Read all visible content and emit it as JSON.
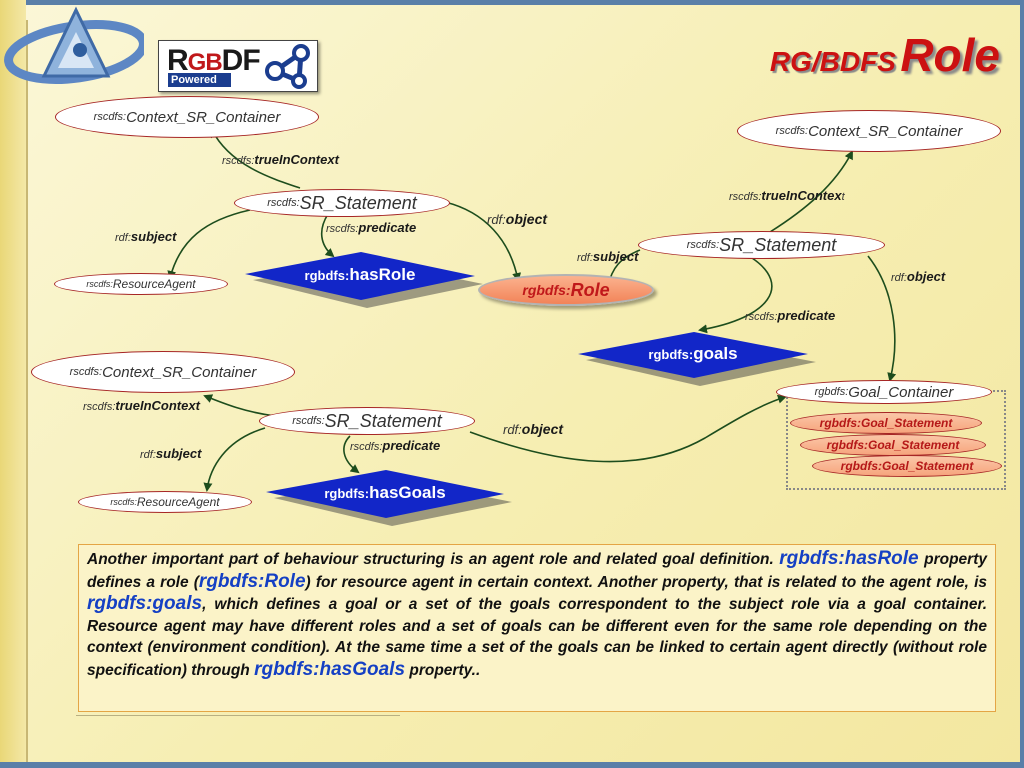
{
  "title": {
    "part1": "RG/BDFS",
    "part2": "Role"
  },
  "logo": {
    "letters_r": "R",
    "letters_gb": "GB",
    "letters_df": "DF",
    "powered": "Powered"
  },
  "nodes": {
    "ctx1": {
      "pfx": "rscdfs:",
      "nm": "Context_SR_Container"
    },
    "ctx2": {
      "pfx": "rscdfs:",
      "nm": "Context_SR_Container"
    },
    "ctx3": {
      "pfx": "rscdfs:",
      "nm": "Context_SR_Container"
    },
    "sr1": {
      "pfx": "rscdfs:",
      "nm": "SR_Statement"
    },
    "sr2": {
      "pfx": "rscdfs:",
      "nm": "SR_Statement"
    },
    "sr3": {
      "pfx": "rscdfs:",
      "nm": "SR_Statement"
    },
    "ra1": {
      "pfx": "rscdfs:",
      "nm": "ResourceAgent"
    },
    "ra2": {
      "pfx": "rscdfs:",
      "nm": "ResourceAgent"
    },
    "role": {
      "pfx": "rgbdfs:",
      "nm": "Role"
    },
    "goal_container": {
      "pfx": "rgbdfs:",
      "nm": "Goal_Container"
    },
    "goal_statements": [
      "rgbdfs:Goal_Statement",
      "rgbdfs:Goal_Statement",
      "rgbdfs:Goal_Statement"
    ]
  },
  "diamonds": {
    "hasRole": {
      "pfx": "rgbdfs:",
      "nm": "hasRole"
    },
    "goals": {
      "pfx": "rgbdfs:",
      "nm": "goals"
    },
    "hasGoals": {
      "pfx": "rgbdfs:",
      "nm": "hasGoals"
    }
  },
  "edge_labels": {
    "tic1": {
      "pfx": "rscdfs:",
      "nm": "trueInContext"
    },
    "tic2": {
      "pfx": "rscdfs:",
      "nm": "trueInContex",
      "tail": "t"
    },
    "tic3": {
      "pfx": "rscdfs:",
      "nm": "trueInContext"
    },
    "subj1": {
      "pfx": "rdf:",
      "nm": "subject"
    },
    "subj2": {
      "pfx": "rdf:",
      "nm": "subject"
    },
    "subj3": {
      "pfx": "rdf:",
      "nm": "subject"
    },
    "pred1": {
      "pfx": "rscdfs:",
      "nm": "predicate"
    },
    "pred2": {
      "pfx": "rscdfs:",
      "nm": "predicate"
    },
    "pred3": {
      "pfx": "rscdfs:",
      "nm": "predicate"
    },
    "obj1": {
      "pfx": "rdf:",
      "nm": "object"
    },
    "obj2": {
      "pfx": "rdf:",
      "nm": "object"
    },
    "obj3": {
      "pfx": "rdf:",
      "nm": "object"
    }
  },
  "description": {
    "s1": "Another important part of behaviour structuring is an agent role and related goal definition.",
    "kw1": "rgbdfs:hasRole",
    "s2": " property defines a role (",
    "kw2": "rgbdfs:Role",
    "s3": ") for resource agent in certain context. Another property, that is related to the agent role, is ",
    "kw3": "rgbdfs:goals",
    "s4": ", which defines a goal or a set of the goals correspondent to the subject role via a goal container. Resource agent may have different roles and a set of goals can be different even for the same role depending on the context (environment condition). At the same time a set of the goals can be linked to certain agent directly (without role specification) through ",
    "kw4": "rgbdfs:hasGoals",
    "s5": " property.."
  },
  "colors": {
    "accent_red": "#cc1111",
    "diamond_blue": "#1226c8",
    "keyword_blue": "#1540c4",
    "edge_green": "#1d4d1d"
  },
  "icons": [
    "corner-logo-icon",
    "molecule-icon"
  ]
}
